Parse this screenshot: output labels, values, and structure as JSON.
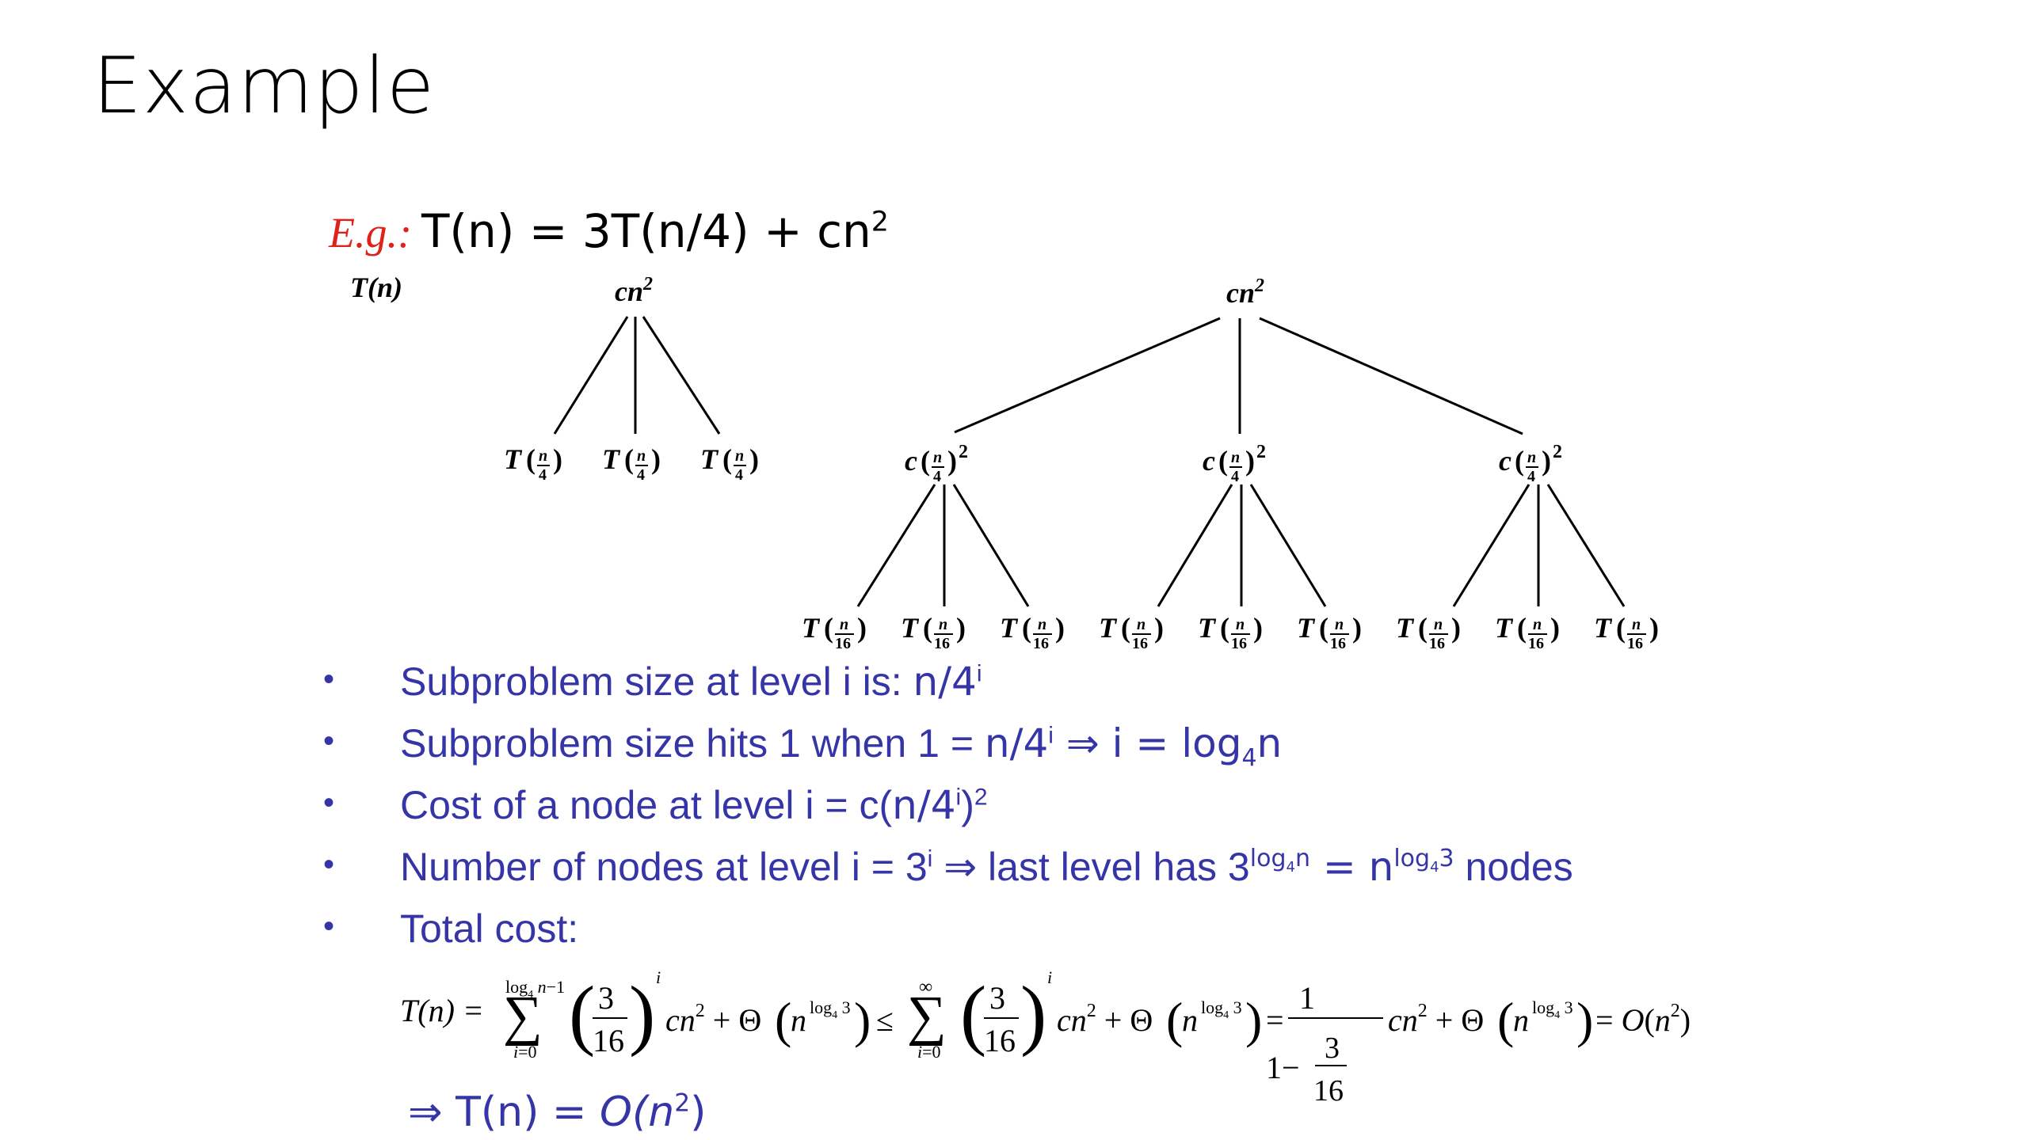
{
  "slide": {
    "title": "Example"
  },
  "example": {
    "label": "E.g.:",
    "recurrence": "T(n) = 3T(n/4) + cn"
  },
  "tree": {
    "initial_label": "T(n)",
    "step1_root": "cn",
    "step2_root": "cn"
  },
  "bullets": [
    {
      "pre": "Subproblem size at level i is: ",
      "math": "n/4",
      "sup": "i"
    },
    {
      "pre": "Subproblem size hits 1 when 1 = ",
      "math": "n/4",
      "sup": "i",
      "arrow": " ⇒ i = log",
      "sub": "4",
      "post": "n"
    },
    {
      "pre": "Cost of a node at level i = c(",
      "math": "n/4",
      "sup": "i",
      "post": ")"
    },
    {
      "pre": "Number of nodes at level i = 3",
      "sup": "i",
      "arrow": " ⇒ last level has 3",
      "post": " nodes"
    },
    {
      "pre": "Total cost:"
    }
  ],
  "conclusion": {
    "arrow": "⇒",
    "text": "T(n) = ",
    "result": "O(n"
  }
}
